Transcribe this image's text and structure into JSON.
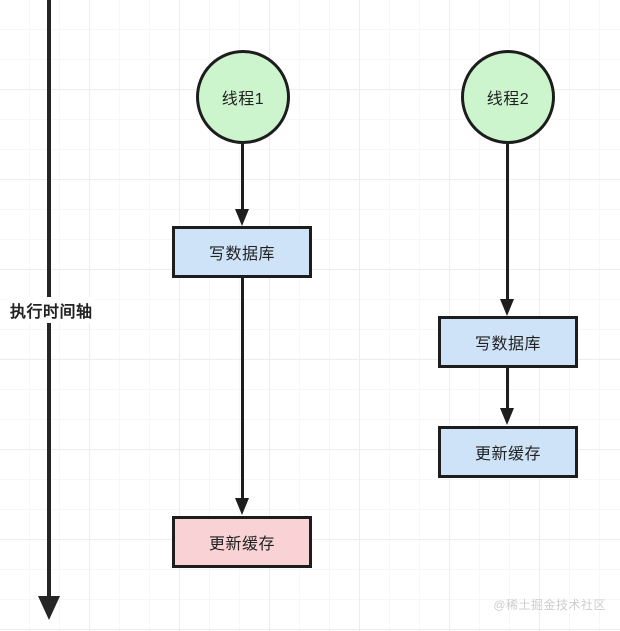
{
  "diagram": {
    "timeline": {
      "label": "执行时间轴",
      "arrow_direction": "down"
    },
    "columns": [
      {
        "name": "thread-1",
        "start_node": {
          "label": "线程1",
          "shape": "circle",
          "fill": "#cdf5cd"
        },
        "steps": [
          {
            "label": "写数据库",
            "shape": "rect",
            "fill": "#cfe3f8"
          },
          {
            "label": "更新缓存",
            "shape": "rect",
            "fill": "#f8d2d4"
          }
        ]
      },
      {
        "name": "thread-2",
        "start_node": {
          "label": "线程2",
          "shape": "circle",
          "fill": "#cdf5cd"
        },
        "steps": [
          {
            "label": "写数据库",
            "shape": "rect",
            "fill": "#cfe3f8"
          },
          {
            "label": "更新缓存",
            "shape": "rect",
            "fill": "#cfe3f8"
          }
        ]
      }
    ],
    "watermark": "@稀土掘金技术社区",
    "colors": {
      "stroke": "#1d1d1d",
      "green_fill": "#cdf5cd",
      "blue_fill": "#cfe3f8",
      "pink_fill": "#f8d2d4",
      "grid_line": "#ededed",
      "background": "#ffffff"
    }
  }
}
